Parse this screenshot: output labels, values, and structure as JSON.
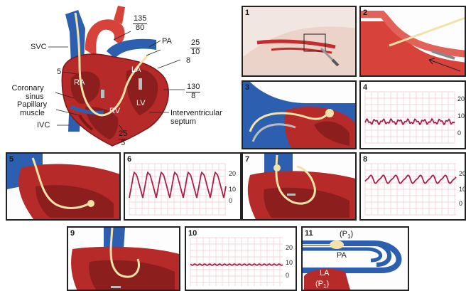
{
  "heart": {
    "labels": {
      "svc": "SVC",
      "pa": "PA",
      "la": "LA",
      "ra": "RA",
      "lv": "LV",
      "rv": "RV",
      "coronary_sinus_line1": "Coronary",
      "coronary_sinus_line2": "sinus",
      "papillary_line1": "Papillary",
      "papillary_line2": "muscle",
      "ivc": "IVC",
      "ivs_line1": "Interventricular",
      "ivs_line2": "septum",
      "ra_pressure": "5",
      "la_pressure": "8"
    },
    "pressures": {
      "aorta": {
        "num": "135",
        "den": "80"
      },
      "pa": {
        "num": "25",
        "den": "10"
      },
      "lv": {
        "num": "130",
        "den": "8"
      },
      "rv": {
        "num": "25",
        "den": "5"
      }
    }
  },
  "panels": [
    {
      "number": "1"
    },
    {
      "number": "2"
    },
    {
      "number": "3"
    },
    {
      "number": "4",
      "y_ticks": [
        "20",
        "10",
        "0"
      ]
    },
    {
      "number": "5"
    },
    {
      "number": "6",
      "y_ticks": [
        "20",
        "10",
        "0"
      ]
    },
    {
      "number": "7"
    },
    {
      "number": "8",
      "y_ticks": [
        "20",
        "10",
        "0"
      ]
    },
    {
      "number": "9"
    },
    {
      "number": "10",
      "y_ticks": [
        "20",
        "10",
        "0"
      ]
    },
    {
      "number": "11",
      "labels": {
        "top": "(P",
        "top_sub": "1",
        "top_end": ")",
        "pa": "PA",
        "la": "LA",
        "bottom": "(P",
        "bottom_sub": "1",
        "bottom_end": ")"
      }
    }
  ],
  "colors": {
    "myocardium": "#b72a2a",
    "blood_red": "#d7433b",
    "vein_blue": "#2c5fb0",
    "catheter": "#f3e3a8",
    "trace": "#a8204a",
    "grid": "#f2c8cf"
  }
}
